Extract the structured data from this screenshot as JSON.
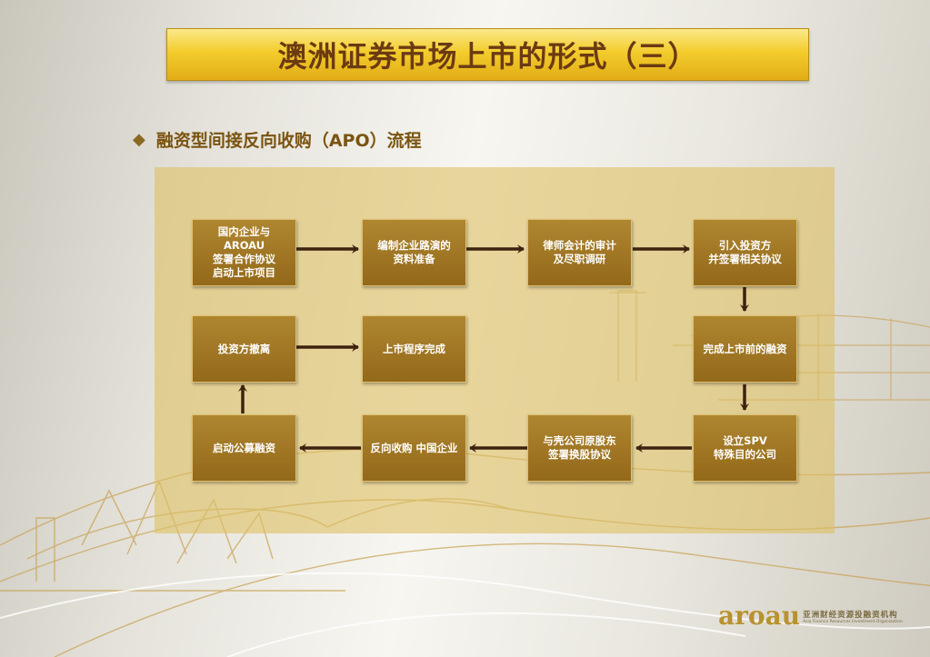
{
  "title": "澳洲证券市场上市的形式（三）",
  "subtitle": {
    "bullet": "◆",
    "text": "融资型间接反向收购（APO）流程"
  },
  "flow": {
    "step1": "国内企业与 AROAU\n签署合作协议\n启动上市项目",
    "step2": "编制企业路演的\n资料准备",
    "step3": "律师会计的审计\n及尽职调研",
    "step4": "引入投资方\n并签署相关协议",
    "step5": "完成上市前的融资",
    "step6": "设立SPV\n特殊目的公司",
    "step7": "与壳公司原股东\n签署换股协议",
    "step8": "反向收购 中国企业",
    "step9": "启动公募融资",
    "step10": "投资方撤离",
    "step11": "上市程序完成"
  },
  "logo": {
    "mark": "aroau",
    "cn": "亚洲财经资源投融资机构",
    "en": "Asia Finance Resources Investment Organization"
  },
  "colors": {
    "title_gold": "#f3cc2c",
    "title_text": "#6b3a12",
    "panel": "#ddc062",
    "box": "#9c7222",
    "arrow": "#3d220f"
  }
}
